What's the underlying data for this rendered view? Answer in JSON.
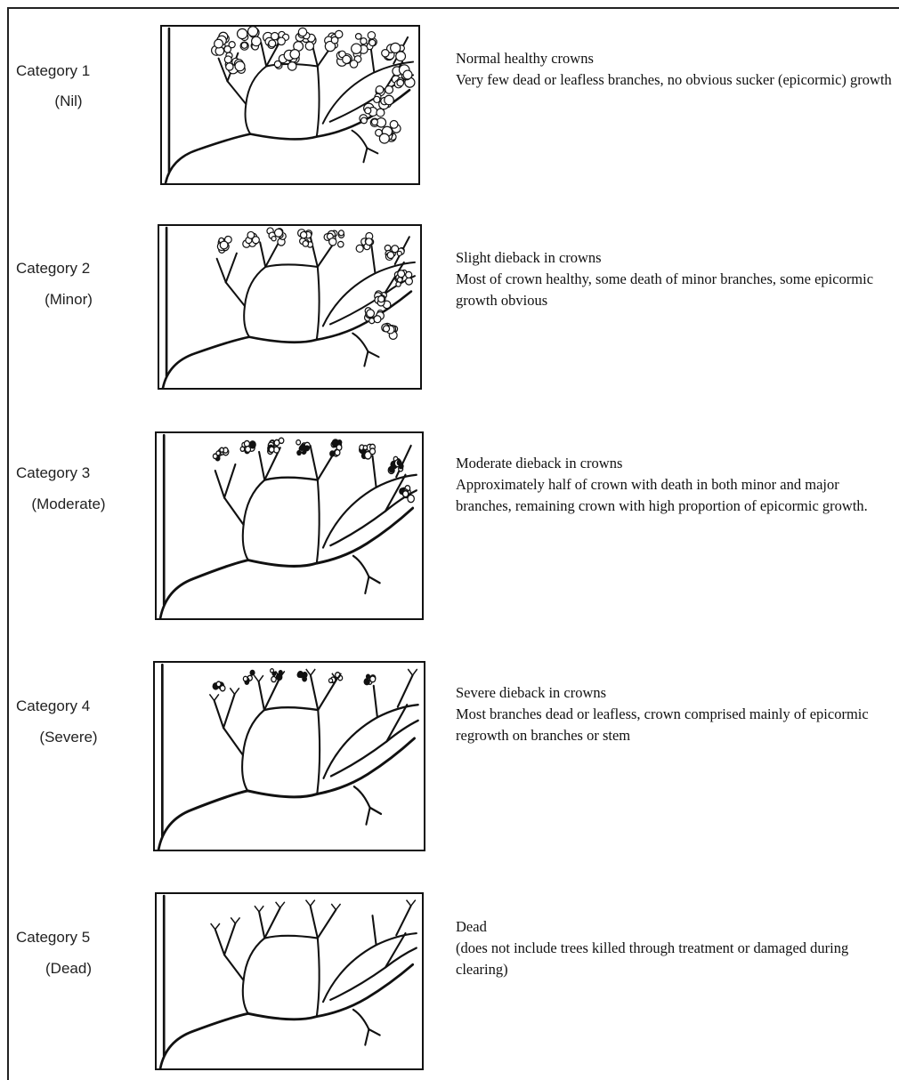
{
  "categories": [
    {
      "label": "Category 1",
      "severity": "(Nil)",
      "title": "Normal healthy crowns",
      "description": "Very few dead or leafless branches, no obvious sucker (epicormic) growth"
    },
    {
      "label": "Category 2",
      "severity": "(Minor)",
      "title": "Slight dieback in crowns",
      "description": "Most of crown healthy, some death of minor branches, some epicormic growth obvious"
    },
    {
      "label": "Category 3",
      "severity": "(Moderate)",
      "title": "Moderate dieback in crowns",
      "description": "Approximately half of crown with death in both minor and major branches, remaining crown with high proportion of epicormic growth."
    },
    {
      "label": "Category 4",
      "severity": "(Severe)",
      "title": "Severe dieback in crowns",
      "description": "Most branches dead or leafless, crown comprised mainly of epicormic regrowth on branches or stem"
    },
    {
      "label": "Category 5",
      "severity": "(Dead)",
      "title": "Dead",
      "description": "(does not include trees killed through treatment or damaged during clearing)"
    }
  ],
  "colors": {
    "ink": "#111111",
    "label": "#222222",
    "background": "#ffffff"
  }
}
